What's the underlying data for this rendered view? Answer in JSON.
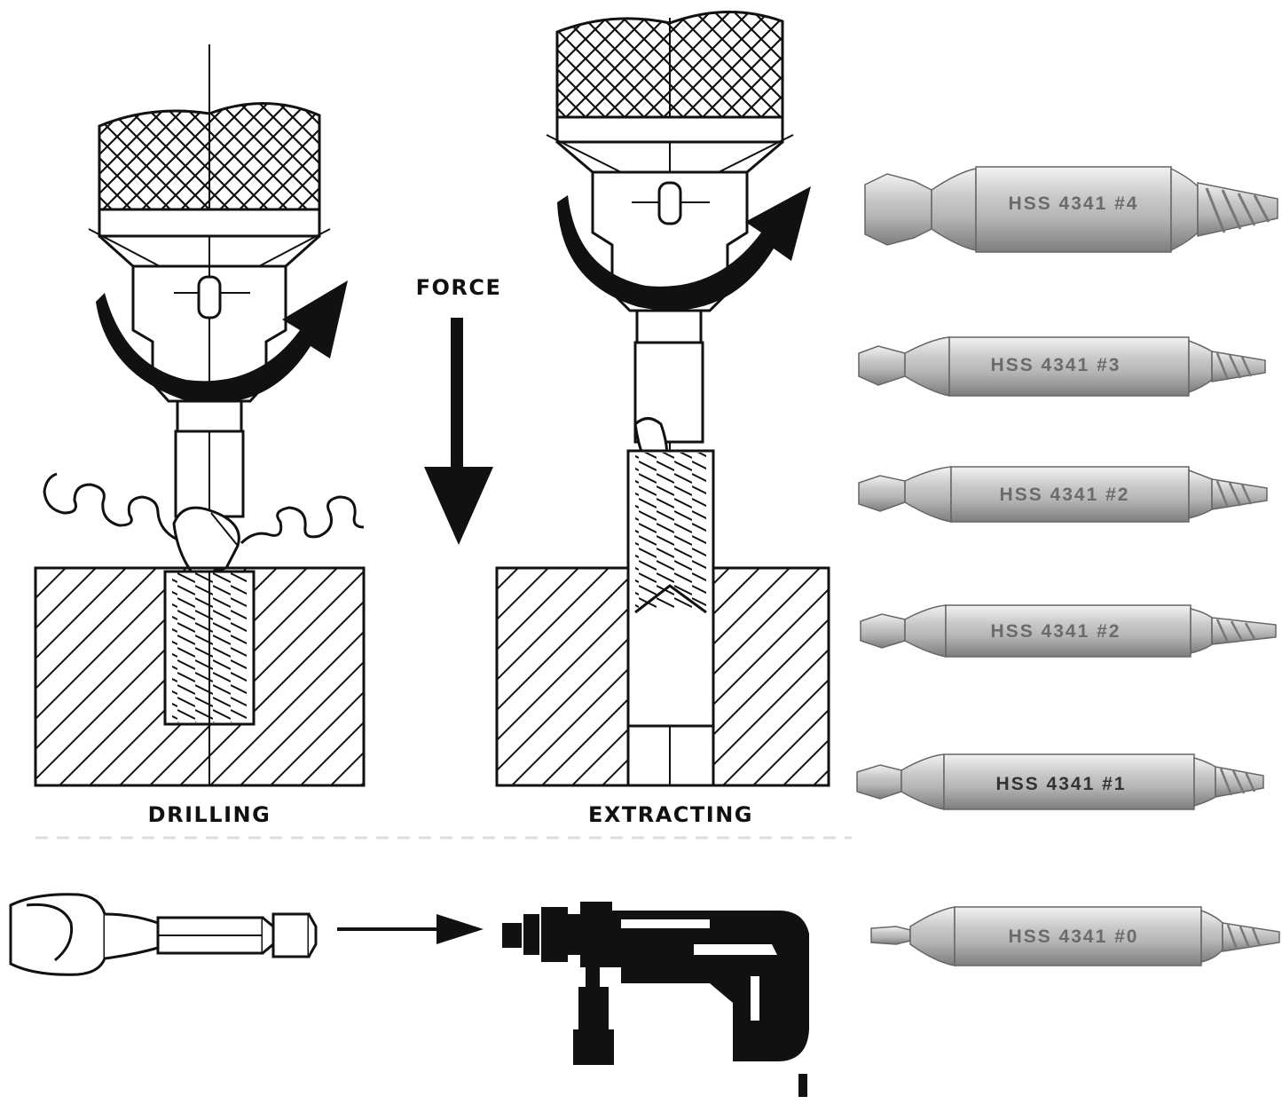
{
  "labels": {
    "force": "FORCE",
    "drilling": "DRILLING",
    "extracting": "EXTRACTING"
  },
  "bits": [
    {
      "text": "HSS 4341 #4"
    },
    {
      "text": "HSS 4341 #3"
    },
    {
      "text": "HSS 4341 #2"
    },
    {
      "text": "HSS 4341  #2"
    },
    {
      "text": "HSS 4341 #1"
    },
    {
      "text": "HSS 4341 #0"
    }
  ],
  "colors": {
    "ink": "#111111",
    "steel_light": "#d9d9d9",
    "steel_dark": "#8a8a8a",
    "background": "#ffffff"
  }
}
